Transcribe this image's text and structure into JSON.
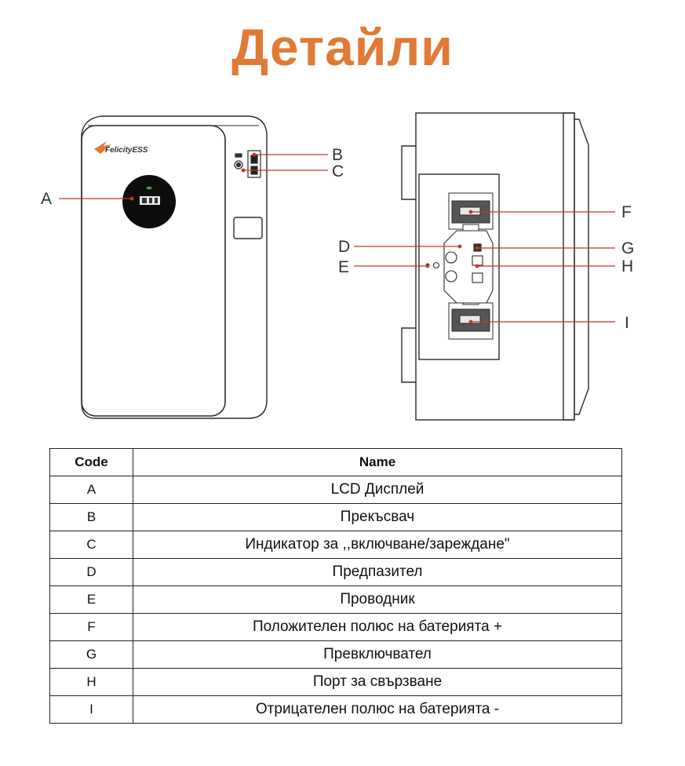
{
  "title": "Детайли",
  "brand": "FelicityESS",
  "labels": {
    "A": "A",
    "B": "B",
    "C": "C",
    "D": "D",
    "E": "E",
    "F": "F",
    "G": "G",
    "H": "H",
    "I": "I"
  },
  "table": {
    "headers": {
      "code": "Code",
      "name": "Name"
    },
    "rows": [
      {
        "code": "A",
        "name": "LCD Дисплей"
      },
      {
        "code": "B",
        "name": "Прекъсвач"
      },
      {
        "code": "C",
        "name": "Индикатор за ,,включване/зареждане\""
      },
      {
        "code": "D",
        "name": "Предпазител"
      },
      {
        "code": "E",
        "name": "Проводник"
      },
      {
        "code": "F",
        "name": "Положителен полюс на батерията +"
      },
      {
        "code": "G",
        "name": "Превключвател"
      },
      {
        "code": "H",
        "name": "Порт за свързване"
      },
      {
        "code": "I",
        "name": "Отрицателен полюс на батерията -"
      }
    ]
  },
  "colors": {
    "title": "#e07a35",
    "leader": "#c0392b",
    "accent_logo": "#e07a35"
  }
}
